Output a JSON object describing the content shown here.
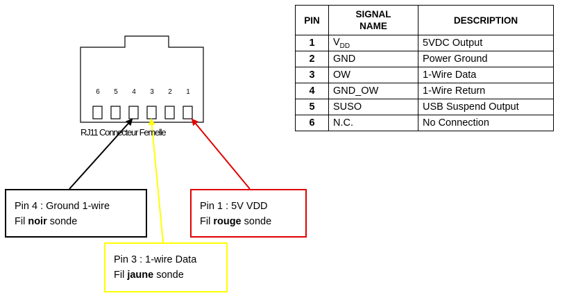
{
  "connector": {
    "pin_numbers": [
      "6",
      "5",
      "4",
      "3",
      "2",
      "1"
    ],
    "label": "RJ11 Connecteur Femelle"
  },
  "table": {
    "headers": [
      "PIN",
      "SIGNAL\nNAME",
      "DESCRIPTION"
    ],
    "rows": [
      {
        "pin": "1",
        "signal": "V",
        "signal_sub": "DD",
        "description": "5VDC Output"
      },
      {
        "pin": "2",
        "signal": "GND",
        "signal_sub": "",
        "description": "Power Ground"
      },
      {
        "pin": "3",
        "signal": "OW",
        "signal_sub": "",
        "description": "1-Wire Data"
      },
      {
        "pin": "4",
        "signal": "GND_OW",
        "signal_sub": "",
        "description": "1-Wire Return"
      },
      {
        "pin": "5",
        "signal": "SUSO",
        "signal_sub": "",
        "description": "USB Suspend Output"
      },
      {
        "pin": "6",
        "signal": "N.C.",
        "signal_sub": "",
        "description": "No Connection"
      }
    ]
  },
  "callouts": {
    "black": {
      "line1": "Pin 4 : Ground 1-wire",
      "prefix": "Fil ",
      "bold": "noir",
      "suffix": " sonde",
      "color": "#000000"
    },
    "yellow": {
      "line1": "Pin 3 : 1-wire Data",
      "prefix": "Fil ",
      "bold": "jaune",
      "suffix": " sonde",
      "color": "#ffff00"
    },
    "red": {
      "line1": "Pin 1 : 5V VDD",
      "prefix": "Fil ",
      "bold": "rouge",
      "suffix": " sonde",
      "color": "#e00000"
    }
  }
}
